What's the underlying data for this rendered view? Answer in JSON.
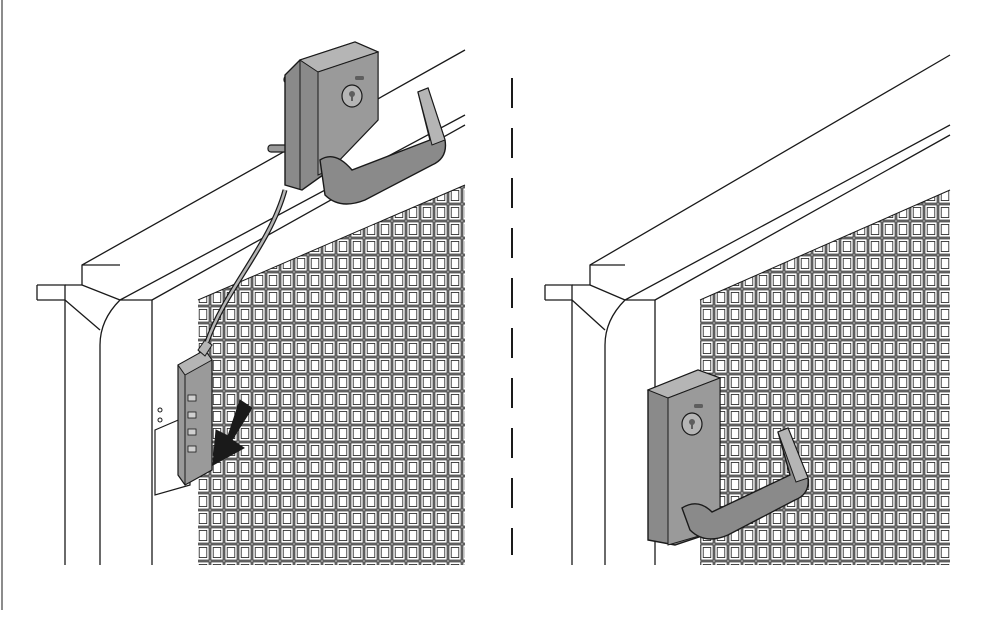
{
  "figure": {
    "panels": [
      {
        "id": "left",
        "step": "install",
        "icon": "door-lock-handle-with-cable-icon"
      },
      {
        "id": "right",
        "step": "installed",
        "icon": "door-lock-handle-mounted-icon"
      }
    ],
    "divider": "dashed-vertical-line",
    "colors": {
      "background": "#ffffff",
      "line": "#1a1a1a",
      "lock_body": "#8a8a8a",
      "lock_light": "#b5b5b5",
      "lock_dark": "#5e5e5e",
      "mesh": "#1a1a1a"
    }
  }
}
